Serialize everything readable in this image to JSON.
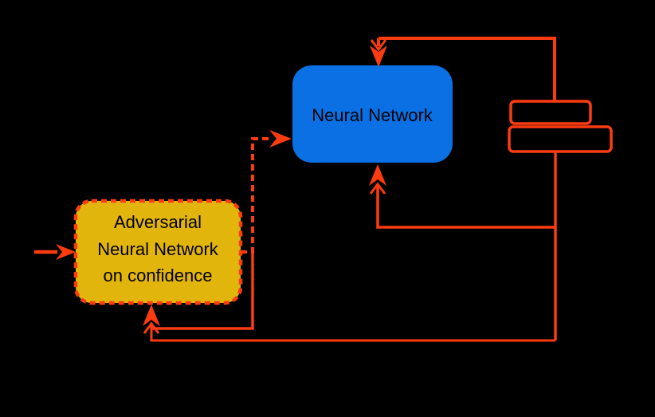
{
  "colors": {
    "background": "#000000",
    "accent": "#fc3c10",
    "nn_fill": "#0a70e4",
    "adv_fill": "#e2b50d",
    "label": "#000000"
  },
  "nodes": {
    "neural_network": {
      "label": "Neural Network"
    },
    "adversarial": {
      "line1": "Adversarial",
      "line2": "Neural Network",
      "line3": "on confidence"
    },
    "output_block_top": {
      "label": ""
    },
    "output_block_bottom": {
      "label": ""
    }
  },
  "edges": [
    {
      "id": "input-arrow",
      "to": "adversarial",
      "style": "solid-arrow"
    },
    {
      "id": "adversarial-to-nn",
      "from": "adversarial",
      "to": "neural_network",
      "style": "dashed-arrow"
    },
    {
      "id": "loop-into-nn-top",
      "from": "output_block_top",
      "to": "neural_network",
      "style": "solid-arrow"
    },
    {
      "id": "feedback-into-nn-bottom",
      "from": "output_block_bottom",
      "to": "neural_network",
      "style": "solid-arrow"
    },
    {
      "id": "feedback-into-adversarial-bottom",
      "from": "output_block_bottom",
      "to": "adversarial",
      "style": "solid-arrow"
    },
    {
      "id": "adversarial-loopback",
      "from": "adversarial",
      "to": "adversarial",
      "style": "solid-arrow"
    }
  ]
}
